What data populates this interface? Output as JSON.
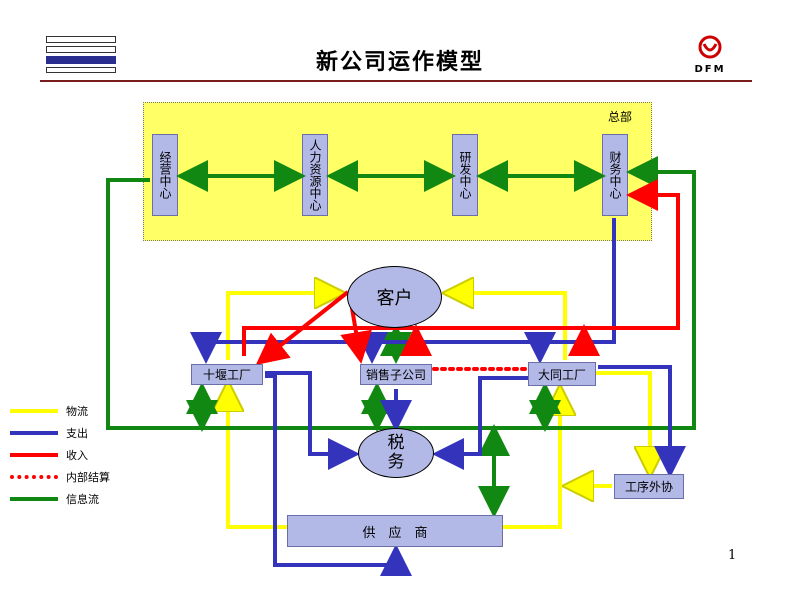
{
  "header": {
    "title": "新公司运作模型",
    "logo_text": "DFM",
    "page_number": "1"
  },
  "hq": {
    "label": "总部",
    "centers": [
      "经营中心",
      "人力资源中心",
      "研发中心",
      "财务中心"
    ]
  },
  "nodes": {
    "customer": "客户",
    "factory_left": "十堰工厂",
    "sales": "销售子公司",
    "factory_right": "大同工厂",
    "tax": "税务",
    "outsource": "工序外协",
    "supplier": "供　应　商"
  },
  "legend": [
    {
      "label": "物流",
      "color": "#ffff00",
      "style": "solid"
    },
    {
      "label": "支出",
      "color": "#3333bb",
      "style": "solid"
    },
    {
      "label": "收入",
      "color": "#ff0000",
      "style": "solid"
    },
    {
      "label": "内部结算",
      "color": "#ff0000",
      "style": "dotted"
    },
    {
      "label": "信息流",
      "color": "#118811",
      "style": "solid"
    }
  ],
  "colors": {
    "logistics": "#ffff00",
    "expense": "#3333bb",
    "income": "#ff0000",
    "info": "#118811",
    "box_fill": "#b3b9e6",
    "hq_fill": "#ffff66"
  }
}
